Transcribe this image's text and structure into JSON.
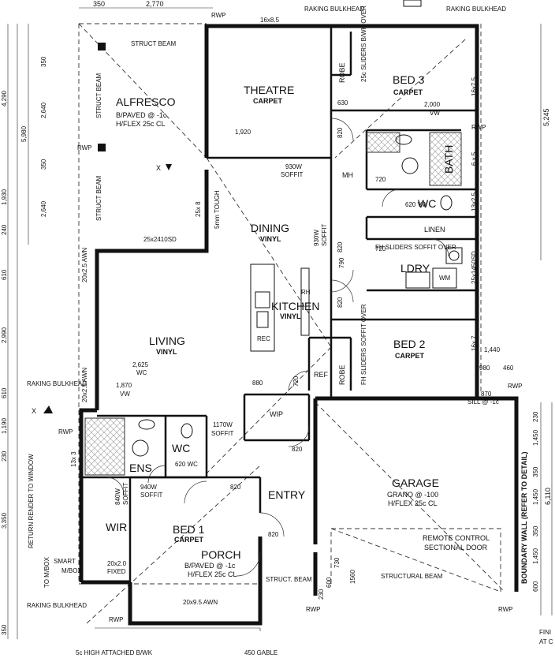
{
  "rooms": {
    "alfresco": {
      "name": "ALFRESCO",
      "line1": "B/PAVED @ -1c",
      "line2": "H/FLEX 25c CL"
    },
    "theatre": {
      "name": "THEATRE",
      "finish": "CARPET"
    },
    "bed3": {
      "name": "BED 3",
      "finish": "CARPET"
    },
    "dining": {
      "name": "DINING",
      "finish": "VINYL"
    },
    "kitchen": {
      "name": "KITCHEN",
      "finish": "VINYL"
    },
    "living": {
      "name": "LIVING",
      "finish": "VINYL"
    },
    "bed2": {
      "name": "BED 2",
      "finish": "CARPET"
    },
    "garage": {
      "name": "GARAGE",
      "line1": "GRANO @ -100",
      "line2": "H/FLEX 25c CL"
    },
    "entry": {
      "name": "ENTRY"
    },
    "bed1": {
      "name": "BED 1",
      "finish": "CARPET"
    },
    "porch": {
      "name": "PORCH",
      "line1": "B/PAVED @ -1c",
      "line2": "H/FLEX 25c CL"
    },
    "ens": {
      "name": "ENS"
    },
    "wc1": {
      "name": "WC"
    },
    "wc2": {
      "name": "WC"
    },
    "wir": {
      "name": "WIR"
    },
    "wip": {
      "name": "WIP"
    },
    "bath": {
      "name": "BATH"
    },
    "ldry": {
      "name": "LDRY"
    },
    "linen": {
      "name": "LINEN"
    },
    "robe1": {
      "name": "ROBE"
    },
    "robe2": {
      "name": "ROBE"
    },
    "mh": {
      "name": "MH"
    },
    "ref": {
      "name": "REF"
    },
    "rec": {
      "name": "REC"
    },
    "wm": {
      "name": "WM"
    },
    "rh": {
      "name": "RH"
    }
  },
  "annotations": {
    "raking_bulkhead": "RAKING BULKHEAD",
    "struct_beam": "STRUCT BEAM",
    "struct_beam2": "STRUCT. BEAM",
    "structural_beam": "STRUCTURAL BEAM",
    "rwp": "RWP",
    "remote1": "REMOTE CONTROL",
    "remote2": "SECTIONAL DOOR",
    "boundary": "BOUNDARY WALL (REFER TO DETAIL)",
    "return_render": "RETURN RENDER TO WINDOW",
    "smart": "SMART",
    "mbox": "M/BOX",
    "tombox": "TO M/BOX",
    "highattached": "5c HIGH ATTACHED B/WK",
    "gable": "450 GABLE",
    "finish_note": "FINI",
    "at_note": "AT C",
    "sill": "SILL @ -1c",
    "tough": "5mm TOUGH",
    "sliders_wk": "25c SLIDERS B/WK OVER",
    "fh_sliders": "FH SLIDERS SOFFIT OVER",
    "fh_sliders2": "FH SLIDERS SOFFIT OVER",
    "soffit": "SOFFIT",
    "x_mark": "X",
    "fixed": "FIXED"
  },
  "dims": {
    "d350": "350",
    "d2770": "2,770",
    "d16x85": "16x8.5",
    "d630": "630",
    "d2000": "2,000",
    "dvw": "VW",
    "d16x75": "16x7.5",
    "d5245": "5,245",
    "d1920": "1,920",
    "d930w": "930W",
    "d930w2": "930W",
    "d820a": "820",
    "d6x5": "6 x 5",
    "d13x25": "13x2.5",
    "d720a": "720",
    "d620vw": "620 VW",
    "d720b": "720",
    "d25x1450sd": "25x1450SD",
    "d25x8": "25x 8",
    "d25x2410sd": "25x2410SD",
    "d790": "790",
    "d820b": "820",
    "d820c": "820",
    "d20x25awn": "20x2.5 AWN",
    "d2625": "2,625",
    "dwc": "WC",
    "d1870": "1,870",
    "dvw2": "VW",
    "d16x7": "16x 7",
    "d1440": "1,440",
    "d980": "980",
    "d460": "460",
    "d870": "870",
    "d880": "880",
    "d720c": "720",
    "d20x25awn2": "20x2.5 AWN",
    "d1170w": "1170W",
    "d620wc": "620 WC",
    "d820d": "820",
    "d13x3": "13x 3",
    "d940w": "940W",
    "d840w": "840W",
    "d820e": "820",
    "d820f": "820",
    "d20x20": "20x2.0",
    "d20x95": "20x9.5 AWN",
    "d230": "230",
    "d600": "600",
    "d730": "730",
    "d1560": "1560",
    "d1450a": "1,450",
    "d350b": "350",
    "d1450b": "1,450",
    "d350c": "350",
    "d1450c": "1,450",
    "d6110": "6,110",
    "l350": "350",
    "l2640": "2,640",
    "l350b": "350",
    "l2640b": "2,640",
    "l5980": "5,980",
    "l4290": "4,290",
    "l1930": "1,930",
    "l240": "240",
    "l610": "610",
    "l2990": "2,990",
    "l610b": "610",
    "l1190": "1,190",
    "l230": "230",
    "l3350": "3,350",
    "l350c": "350"
  }
}
